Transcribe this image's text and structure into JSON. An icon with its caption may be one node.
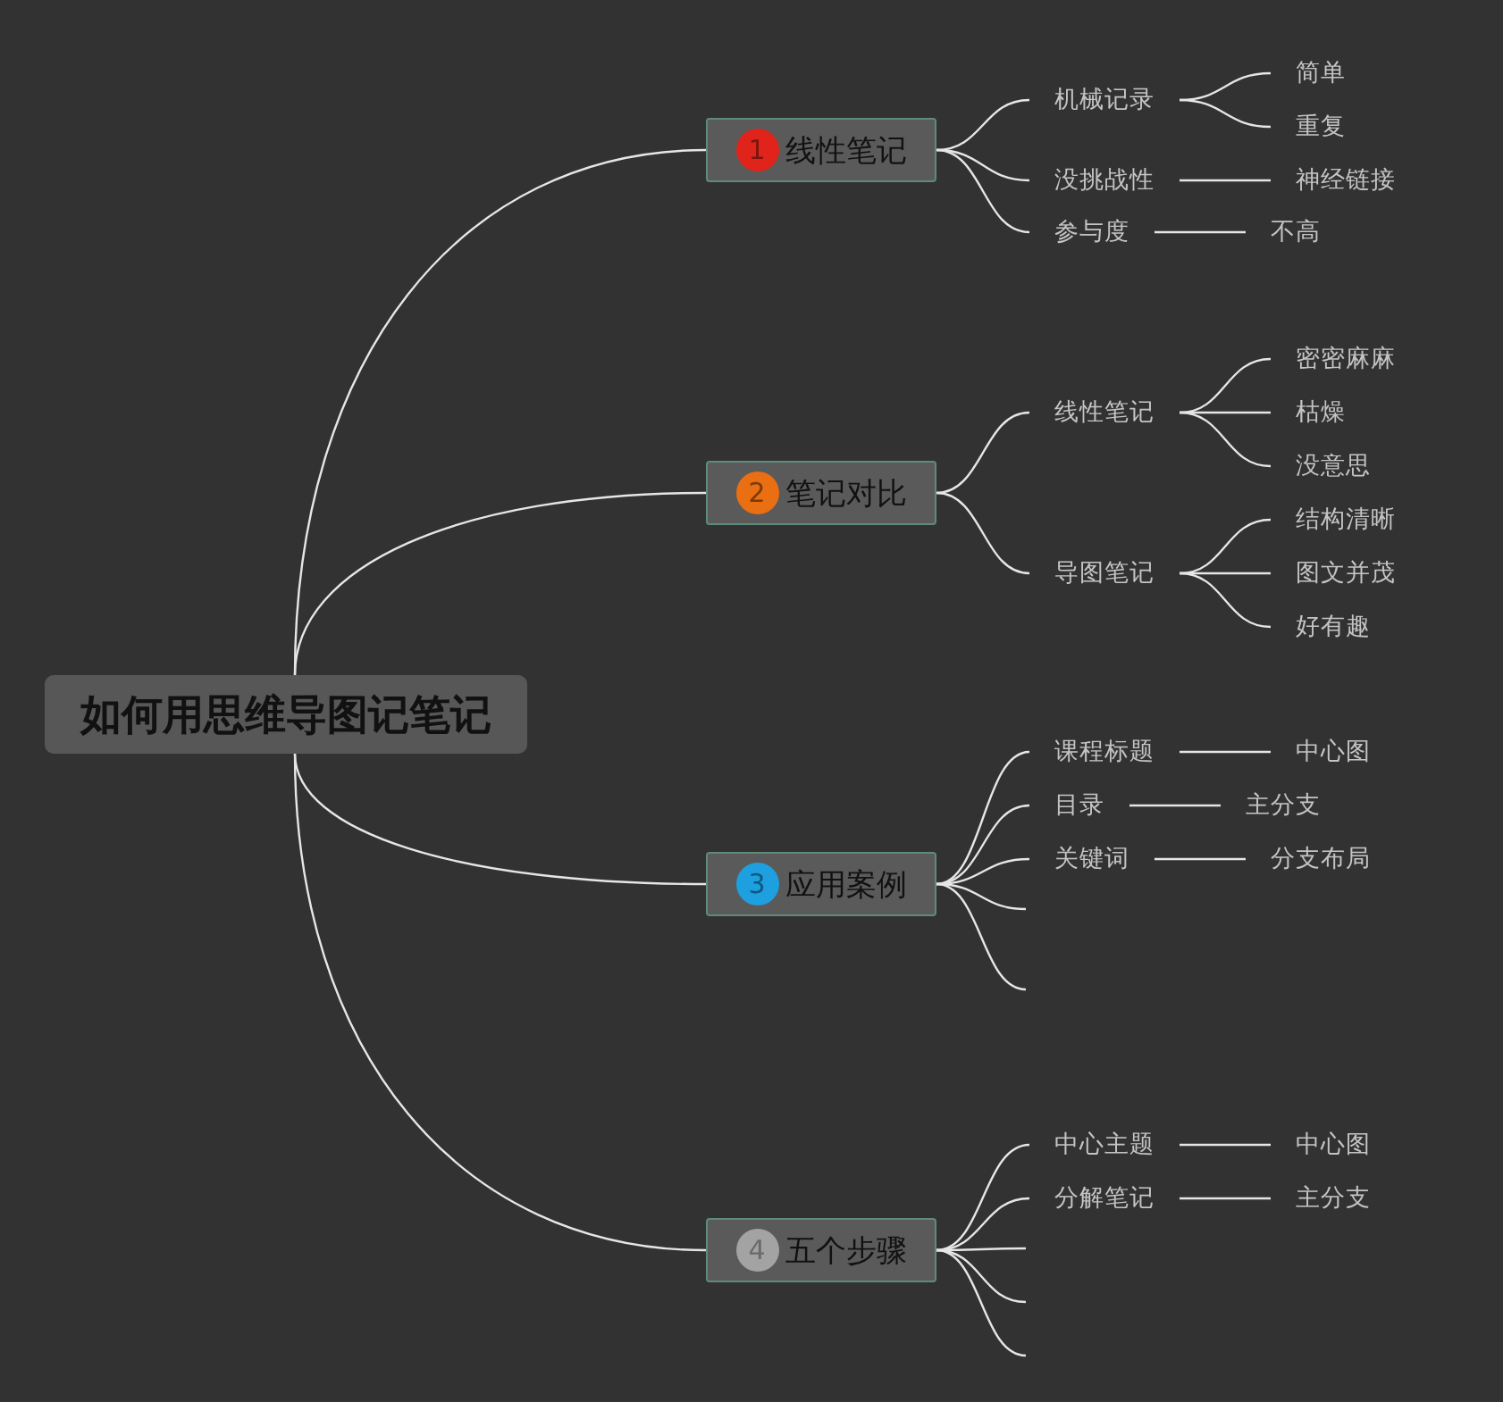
{
  "diagram": {
    "nodes": [
      {
        "text": [
          "如何用思维导图记笔记"
        ]
      },
      {
        "text": [
          "1",
          "线性笔记"
        ]
      },
      {
        "text": [
          "机械记录"
        ]
      },
      {
        "text": [
          "简单"
        ]
      },
      {
        "text": [
          "重复"
        ]
      },
      {
        "text": [
          "没挑战性"
        ]
      },
      {
        "text": [
          "神经链接"
        ]
      },
      {
        "text": [
          "参与度"
        ]
      },
      {
        "text": [
          "不高"
        ]
      },
      {
        "text": [
          "2",
          "笔记对比"
        ]
      },
      {
        "text": [
          "线性笔记"
        ]
      },
      {
        "text": [
          "密密麻麻"
        ]
      },
      {
        "text": [
          "枯燥"
        ]
      },
      {
        "text": [
          "没意思"
        ]
      },
      {
        "text": [
          "导图笔记"
        ]
      },
      {
        "text": [
          "结构清晰"
        ]
      },
      {
        "text": [
          "图文并茂"
        ]
      },
      {
        "text": [
          "好有趣"
        ]
      },
      {
        "text": [
          "3",
          "应用案例"
        ]
      },
      {
        "text": [
          "课程标题"
        ]
      },
      {
        "text": [
          "中心图"
        ]
      },
      {
        "text": [
          "目录"
        ]
      },
      {
        "text": [
          "主分支"
        ]
      },
      {
        "text": [
          "关键词"
        ]
      },
      {
        "text": [
          "分支布局"
        ]
      },
      {
        "text": [
          "4",
          "五个步骤"
        ]
      },
      {
        "text": [
          "中心主题"
        ]
      },
      {
        "text": [
          "中心图"
        ]
      },
      {
        "text": [
          "分解笔记"
        ]
      },
      {
        "text": [
          "主分支"
        ]
      }
    ],
    "edges": [
      {
        "from": 0,
        "to": 1,
        "arrow": "none"
      },
      {
        "from": 0,
        "to": 9,
        "arrow": "none"
      },
      {
        "from": 0,
        "to": 18,
        "arrow": "none"
      },
      {
        "from": 0,
        "to": 25,
        "arrow": "none"
      },
      {
        "from": 1,
        "to": 2,
        "arrow": "none"
      },
      {
        "from": 1,
        "to": 5,
        "arrow": "none"
      },
      {
        "from": 1,
        "to": 7,
        "arrow": "none"
      },
      {
        "from": 2,
        "to": 3,
        "arrow": "none"
      },
      {
        "from": 2,
        "to": 4,
        "arrow": "none"
      },
      {
        "from": 5,
        "to": 6,
        "arrow": "none"
      },
      {
        "from": 7,
        "to": 8,
        "arrow": "none"
      },
      {
        "from": 9,
        "to": 10,
        "arrow": "none"
      },
      {
        "from": 9,
        "to": 14,
        "arrow": "none"
      },
      {
        "from": 10,
        "to": 11,
        "arrow": "none"
      },
      {
        "from": 10,
        "to": 12,
        "arrow": "none"
      },
      {
        "from": 10,
        "to": 13,
        "arrow": "none"
      },
      {
        "from": 14,
        "to": 15,
        "arrow": "none"
      },
      {
        "from": 14,
        "to": 16,
        "arrow": "none"
      },
      {
        "from": 14,
        "to": 17,
        "arrow": "none"
      },
      {
        "from": 18,
        "to": 19,
        "arrow": "none"
      },
      {
        "from": 18,
        "to": 21,
        "arrow": "none"
      },
      {
        "from": 18,
        "to": 23,
        "arrow": "none"
      },
      {
        "from": 18,
        "to": null,
        "arrow": "none"
      },
      {
        "from": 18,
        "to": null,
        "arrow": "none"
      },
      {
        "from": 19,
        "to": 20,
        "arrow": "none"
      },
      {
        "from": 21,
        "to": 22,
        "arrow": "none"
      },
      {
        "from": 23,
        "to": 24,
        "arrow": "none"
      },
      {
        "from": 25,
        "to": 26,
        "arrow": "none"
      },
      {
        "from": 25,
        "to": 28,
        "arrow": "none"
      },
      {
        "from": 25,
        "to": null,
        "arrow": "none"
      },
      {
        "from": 25,
        "to": null,
        "arrow": "none"
      },
      {
        "from": 25,
        "to": null,
        "arrow": "none"
      },
      {
        "from": 26,
        "to": 27,
        "arrow": "none"
      },
      {
        "from": 28,
        "to": 29,
        "arrow": "none"
      }
    ]
  }
}
